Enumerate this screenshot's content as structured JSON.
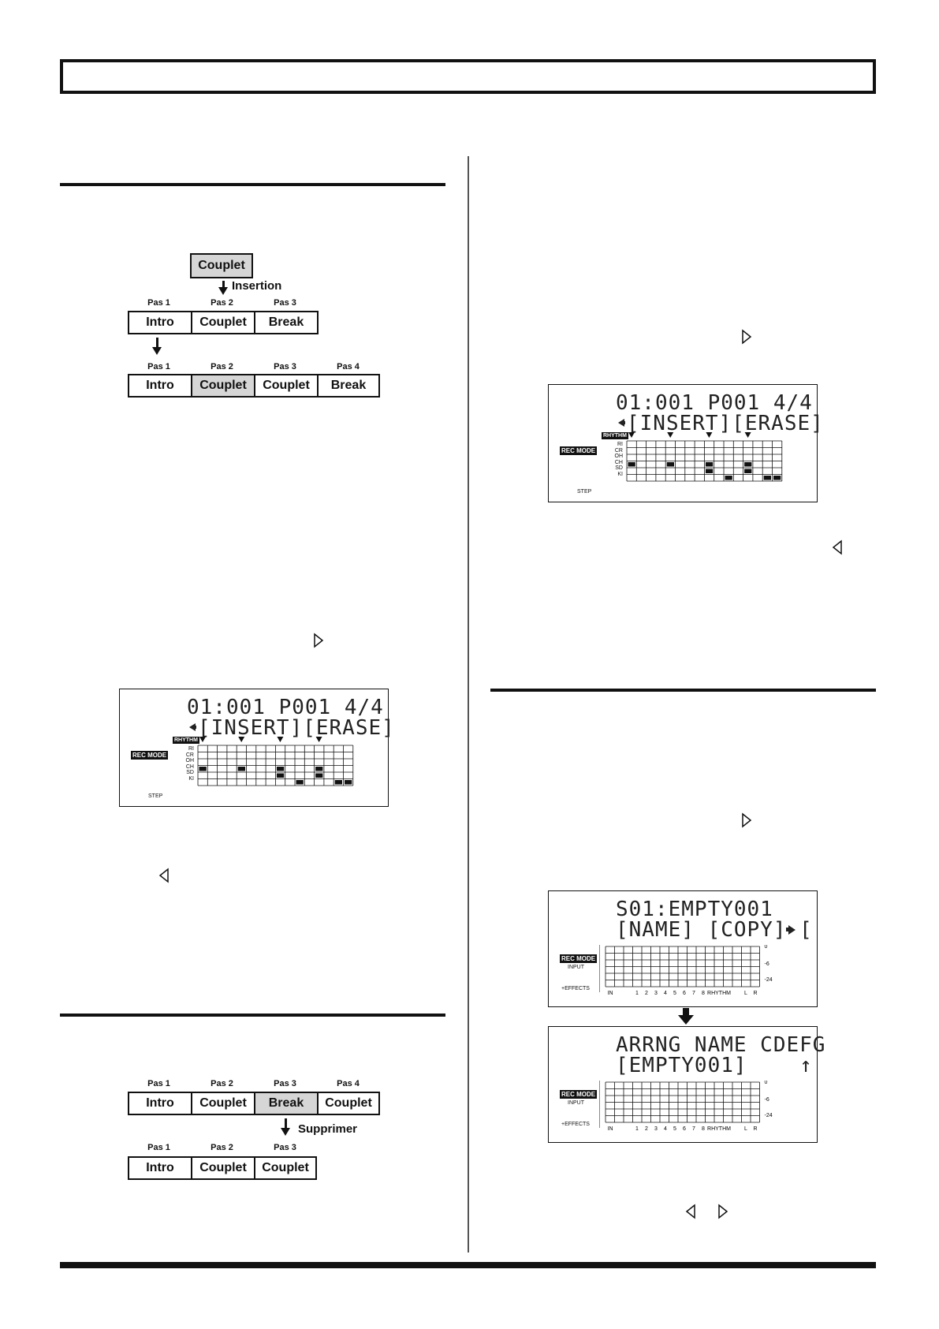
{
  "fig1": {
    "source_block": "Couplet",
    "insert_label": "Insertion",
    "top_labels": [
      "Pas 1",
      "Pas 2",
      "Pas 3"
    ],
    "top_cells": [
      "Intro",
      "Couplet",
      "Break"
    ],
    "bottom_labels": [
      "Pas 1",
      "Pas 2",
      "Pas 3",
      "Pas 4"
    ],
    "bottom_cells": [
      "Intro",
      "Couplet",
      "Couplet",
      "Break"
    ]
  },
  "fig2": {
    "delete_label": "Supprimer",
    "top_labels": [
      "Pas 1",
      "Pas 2",
      "Pas 3",
      "Pas 4"
    ],
    "top_cells": [
      "Intro",
      "Couplet",
      "Break",
      "Couplet"
    ],
    "bottom_labels": [
      "Pas 1",
      "Pas 2",
      "Pas 3"
    ],
    "bottom_cells": [
      "Intro",
      "Couplet",
      "Couplet"
    ]
  },
  "lcd_insert": {
    "line1": "01:001 P001 4/4",
    "line2": "[INSERT][ERASE]",
    "rec_mode": "REC MODE",
    "rhythm": "RHYTHM",
    "rows": [
      "RI",
      "CR",
      "OH",
      "CH",
      "SD",
      "KI"
    ],
    "step": "STEP"
  },
  "lcd_erase": {
    "line1": "01:001 P001 4/4",
    "line2": "[INSERT][ERASE]",
    "rec_mode": "REC MODE",
    "rhythm": "RHYTHM",
    "rows": [
      "RI",
      "CR",
      "OH",
      "CH",
      "SD",
      "KI"
    ],
    "step": "STEP"
  },
  "lcd_name1": {
    "line1": "S01:EMPTY001",
    "line2": "[NAME] [COPY] [",
    "rec_mode": "REC MODE",
    "input": "INPUT",
    "effects": "+EFFECTS",
    "scale": [
      "0",
      "-6",
      "-24"
    ],
    "axis": [
      "IN",
      "1",
      "2",
      "3",
      "4",
      "5",
      "6",
      "7",
      "8",
      "RHYTHM",
      "L",
      "R"
    ]
  },
  "lcd_name2": {
    "line1": "ARRNG NAME CDEFG",
    "line2": "[EMPTY001]    ↑",
    "rec_mode": "REC MODE",
    "input": "INPUT",
    "effects": "+EFFECTS",
    "scale": [
      "0",
      "-6",
      "-24"
    ],
    "axis": [
      "IN",
      "1",
      "2",
      "3",
      "4",
      "5",
      "6",
      "7",
      "8",
      "RHYTHM",
      "L",
      "R"
    ]
  },
  "icons": [
    "right-triangle-icon",
    "left-triangle-icon",
    "down-arrow-icon"
  ]
}
